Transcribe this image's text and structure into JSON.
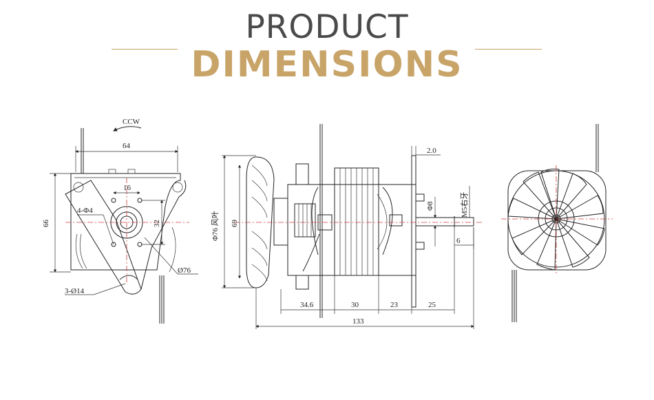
{
  "header": {
    "title_line1": "PRODUCT",
    "title_line2": "DIMENSIONS",
    "accent_color": "#c8a468",
    "title_color": "#4a4a4a"
  },
  "front_view": {
    "rotation_label": "CCW",
    "width_label": "64",
    "height_label": "66",
    "hole_spacing_label": "16",
    "hole_vertical_label": "32",
    "small_holes_label": "4-Φ4",
    "circle_label": "Ø76",
    "slots_label": "3-Ø14"
  },
  "side_view": {
    "fan_label": "Φ76 风叶",
    "height_label": "69",
    "plate_label": "2.0",
    "shaft_label": "Φ8",
    "thread_label": "M5右牙",
    "shaft_end_label": "6",
    "segments": [
      "34.6",
      "30",
      "23",
      "25"
    ],
    "total_label": "133"
  },
  "rear_view": {}
}
